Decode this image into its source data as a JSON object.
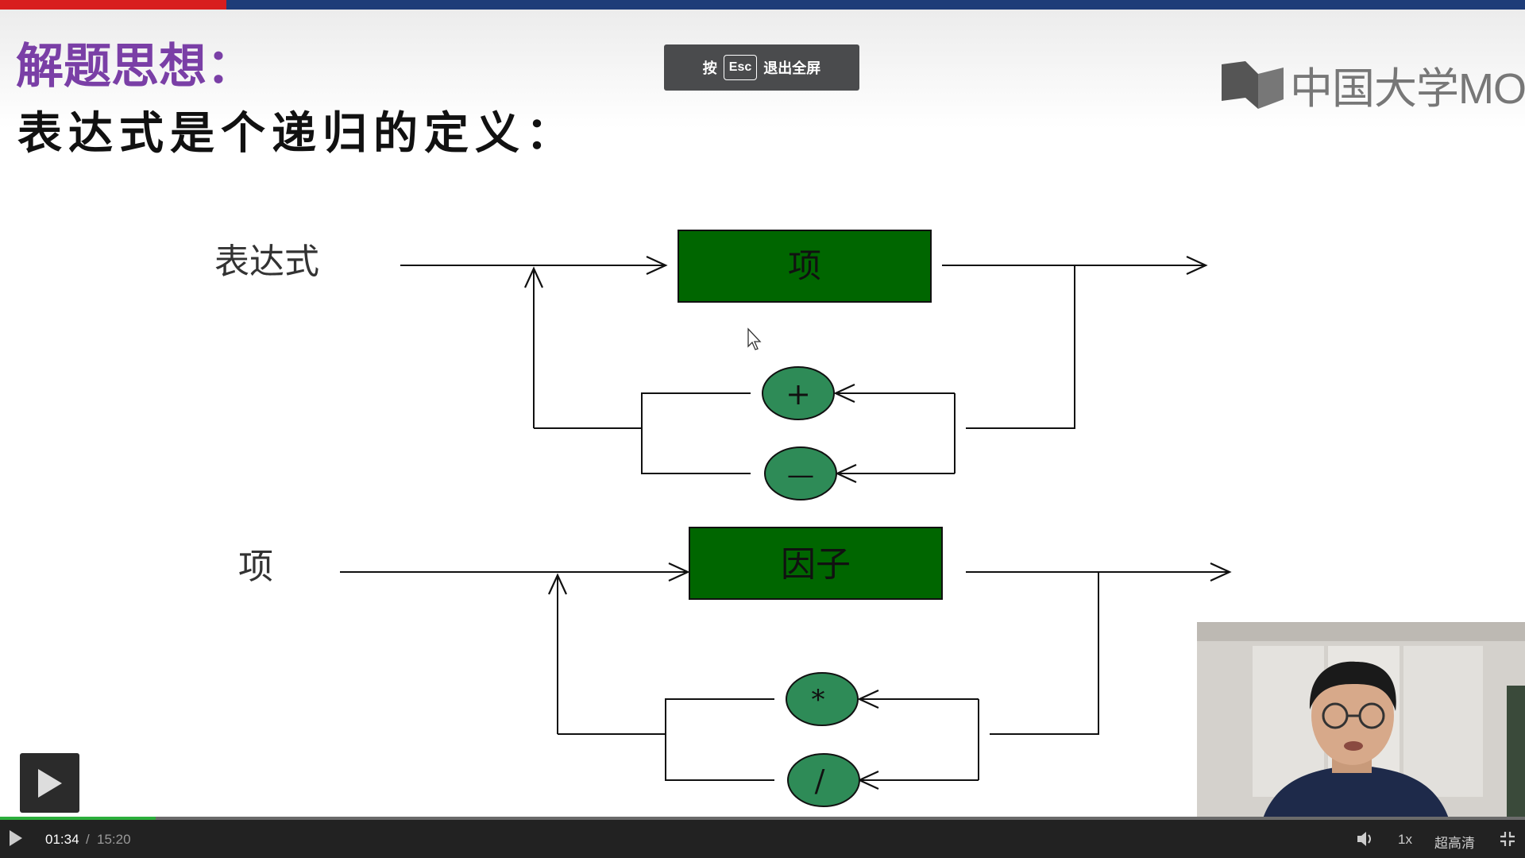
{
  "slide": {
    "title": "解题思想：",
    "subtitle": "表达式是个递归的定义："
  },
  "toast": {
    "prefix": "按",
    "key": "Esc",
    "suffix": "退出全屏"
  },
  "logo": {
    "text": "中国大学MOOC"
  },
  "diagram": {
    "expr_label": "表达式",
    "term_box": "项",
    "plus": "+",
    "minus": "—",
    "term_label": "项",
    "factor_box": "因子",
    "times": "*",
    "divide": "/"
  },
  "player": {
    "current_time": "01:34",
    "separator": "/",
    "total_time": "15:20",
    "progress_fraction": 0.102,
    "speed": "1x",
    "quality": "超高清"
  },
  "icons": [
    "play-icon",
    "volume-icon",
    "exit-fullscreen-icon",
    "cursor-icon"
  ],
  "colors": {
    "box_green": "#006600",
    "oval_green": "#2e8b57",
    "title_purple": "#7a3fa6",
    "progress_green": "#2cae3c",
    "top_red": "#d81e1e",
    "top_blue": "#1e3c78"
  }
}
